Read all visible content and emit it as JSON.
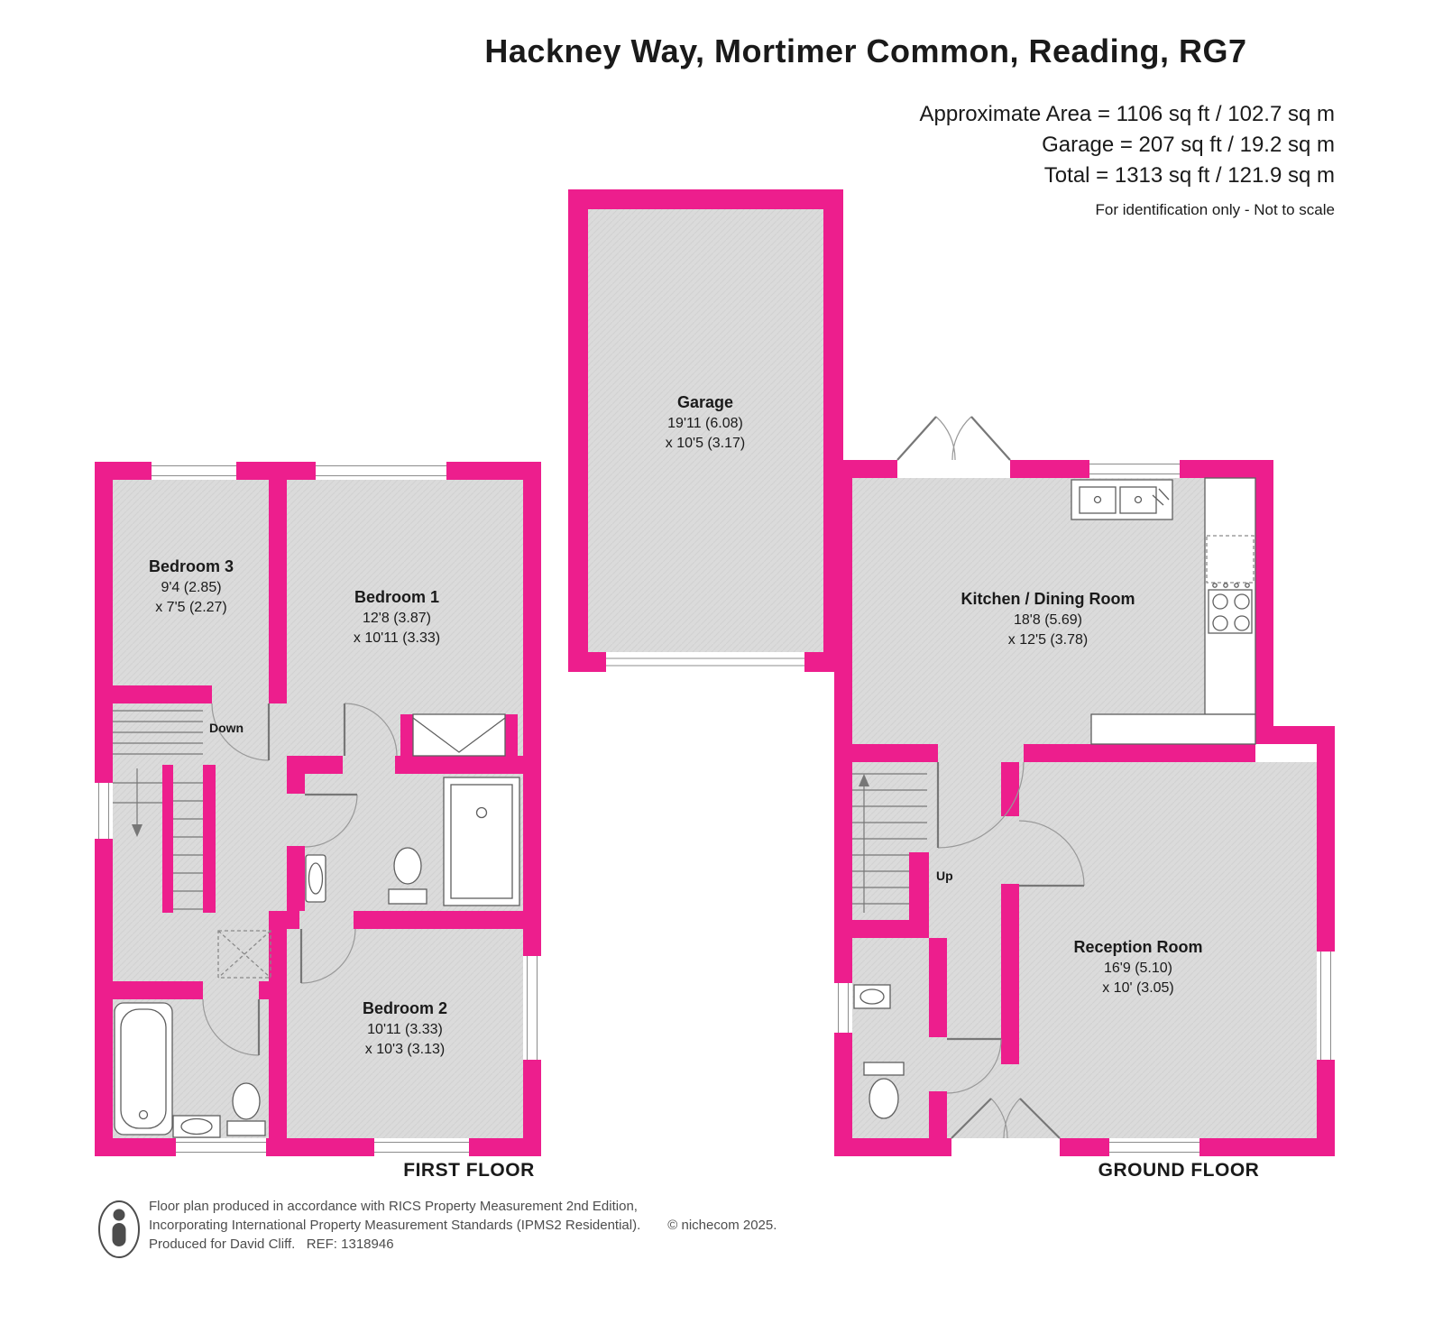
{
  "header": {
    "title": "Hackney Way, Mortimer Common, Reading, RG7",
    "approx_area": "Approximate Area = 1106 sq ft / 102.7 sq m",
    "garage_area": "Garage = 207 sq ft / 19.2 sq m",
    "total_area": "Total = 1313 sq ft / 121.9 sq m",
    "disclaimer": "For identification only - Not to scale"
  },
  "floors": {
    "first": {
      "label": "FIRST FLOOR"
    },
    "ground": {
      "label": "GROUND FLOOR"
    }
  },
  "rooms": {
    "bedroom1": {
      "name": "Bedroom 1",
      "dim1": "12'8 (3.87)",
      "dim2": "x 10'11 (3.33)"
    },
    "bedroom2": {
      "name": "Bedroom 2",
      "dim1": "10'11 (3.33)",
      "dim2": "x 10'3 (3.13)"
    },
    "bedroom3": {
      "name": "Bedroom 3",
      "dim1": "9'4 (2.85)",
      "dim2": "x 7'5 (2.27)"
    },
    "garage": {
      "name": "Garage",
      "dim1": "19'11 (6.08)",
      "dim2": "x 10'5 (3.17)"
    },
    "kitchen_dining": {
      "name": "Kitchen / Dining Room",
      "dim1": "18'8 (5.69)",
      "dim2": "x 12'5 (3.78)"
    },
    "reception": {
      "name": "Reception Room",
      "dim1": "16'9 (5.10)",
      "dim2": "x 10' (3.05)"
    }
  },
  "stairs": {
    "down_label": "Down",
    "up_label": "Up"
  },
  "footer": {
    "line1": "Floor plan produced in accordance with RICS Property Measurement 2nd Edition,",
    "line2": "Incorporating International Property Measurement Standards (IPMS2 Residential).",
    "copyright": "© nichecom 2025.",
    "line3": "Produced for David Cliff.   REF: 1318946"
  },
  "colors": {
    "wall": "#ED1E8D",
    "room_fill": "#DBDBDB"
  }
}
